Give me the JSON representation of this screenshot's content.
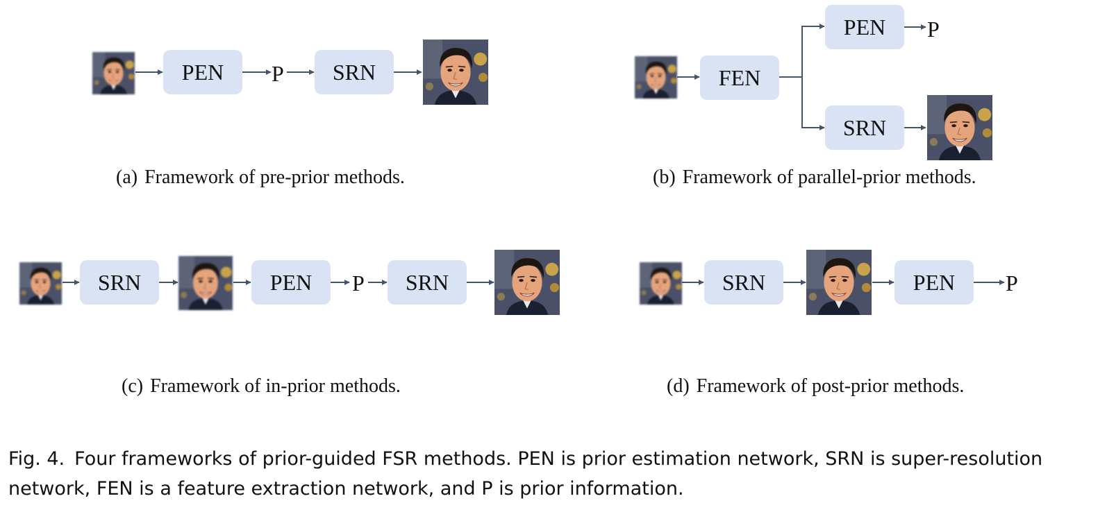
{
  "boxes": {
    "pen": "PEN",
    "srn": "SRN",
    "fen": "FEN"
  },
  "prior_label": "P",
  "subcaptions": {
    "a": {
      "label": "(a)",
      "text": "Framework of pre-prior methods."
    },
    "b": {
      "label": "(b)",
      "text": "Framework of parallel-prior methods."
    },
    "c": {
      "label": "(c)",
      "text": "Framework of in-prior methods."
    },
    "d": {
      "label": "(d)",
      "text": "Framework of post-prior methods."
    }
  },
  "caption": {
    "label": "Fig. 4.",
    "text": "Four frameworks of prior-guided FSR methods. PEN is prior estimation network, SRN is super-resolution network, FEN is a feature extraction network, and P is prior information."
  },
  "colors": {
    "box_fill": "#dae3f3",
    "arrow": "#44546a",
    "text": "#111111"
  },
  "icons": {
    "face": "face-portrait-icon"
  }
}
